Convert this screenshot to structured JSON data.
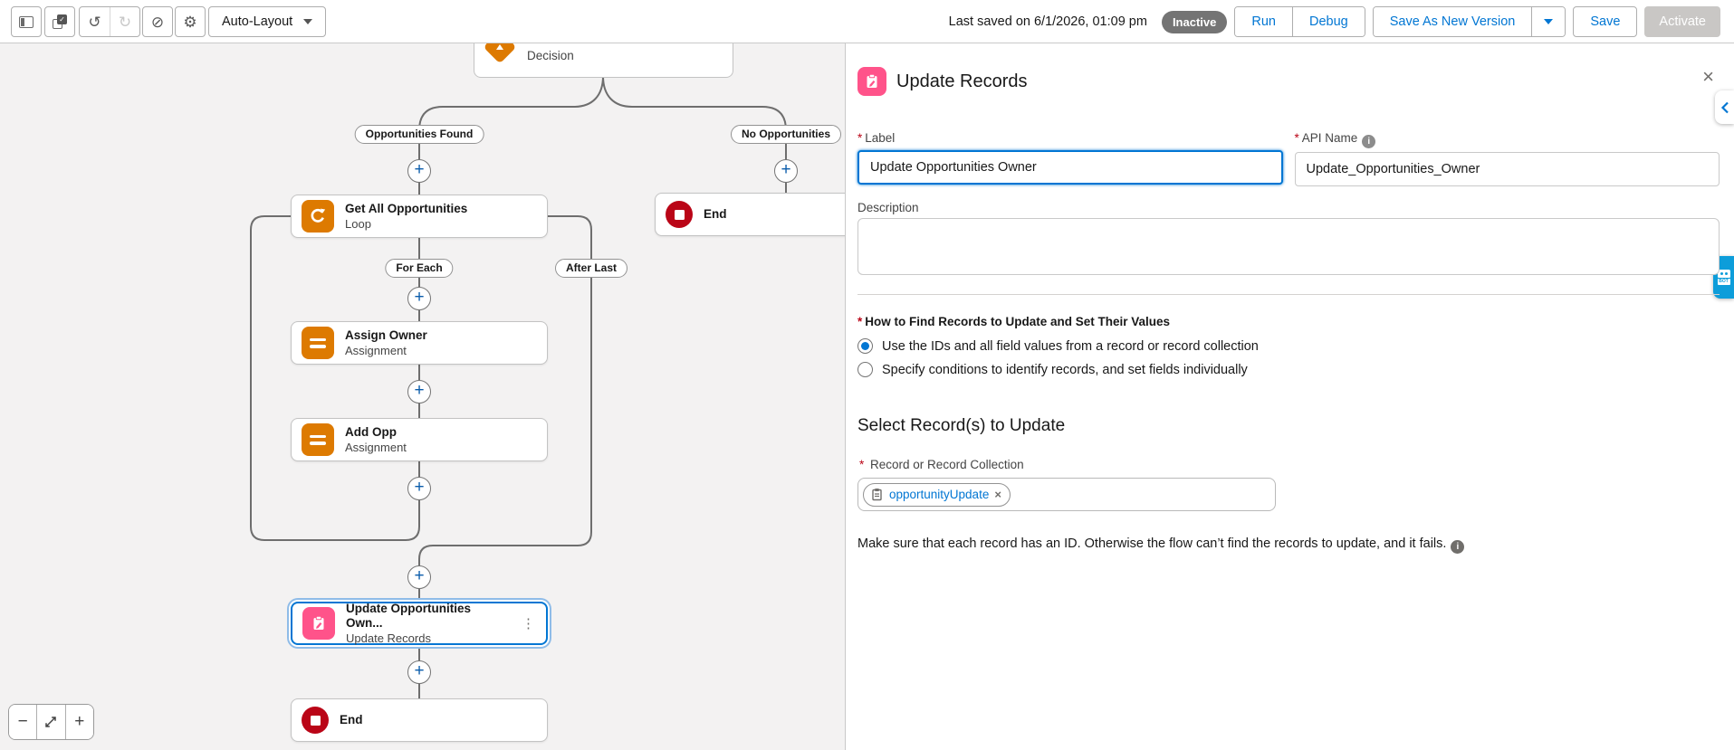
{
  "icons": {
    "undo": "↺",
    "redo": "↻",
    "prohibit": "⊘",
    "gear": "⚙",
    "check": "✓",
    "close": "×",
    "kebab": "⋮",
    "plus": "+",
    "minus": "−",
    "info": "i"
  },
  "toolbar": {
    "auto_layout": "Auto-Layout",
    "last_saved": "Last saved on 6/1/2026, 01:09 pm",
    "status": "Inactive",
    "run": "Run",
    "debug": "Debug",
    "save_as_new_version": "Save As New Version",
    "save": "Save",
    "activate": "Activate"
  },
  "canvas": {
    "badges": {
      "opportunities_found": "Opportunities Found",
      "no_opportunities": "No Opportunities",
      "for_each": "For Each",
      "after_last": "After Last"
    },
    "nodes": {
      "decision": {
        "subtitle": "Decision"
      },
      "loop": {
        "title": "Get All Opportunities",
        "subtitle": "Loop"
      },
      "end_right": {
        "title": "End"
      },
      "assign_owner": {
        "title": "Assign Owner",
        "subtitle": "Assignment"
      },
      "add_opp": {
        "title": "Add Opp",
        "subtitle": "Assignment"
      },
      "update_records": {
        "title": "Update Opportunities Own...",
        "subtitle": "Update Records"
      },
      "end_bottom": {
        "title": "End"
      }
    }
  },
  "panel": {
    "title": "Update Records",
    "fields": {
      "label": {
        "label": "Label",
        "value": "Update Opportunities Owner"
      },
      "api_name": {
        "label": "API Name",
        "value": "Update_Opportunities_Owner"
      },
      "description": {
        "label": "Description"
      }
    },
    "how_to": {
      "heading": "How to Find Records to Update and Set Their Values",
      "option1": "Use the IDs and all field values from a record or record collection",
      "option2": "Specify conditions to identify records, and set fields individually"
    },
    "select_records": {
      "heading": "Select Record(s) to Update",
      "field_label": "Record or Record Collection",
      "pill": "opportunityUpdate"
    },
    "note": "Make sure that each record has an ID. Otherwise the flow can’t find the records to update, and it fails.",
    "bot_tab": "BOT"
  },
  "colors": {
    "accent": "#0176d3",
    "orange": "#dd7a01",
    "pink": "#ff538a",
    "red": "#ba0517"
  }
}
